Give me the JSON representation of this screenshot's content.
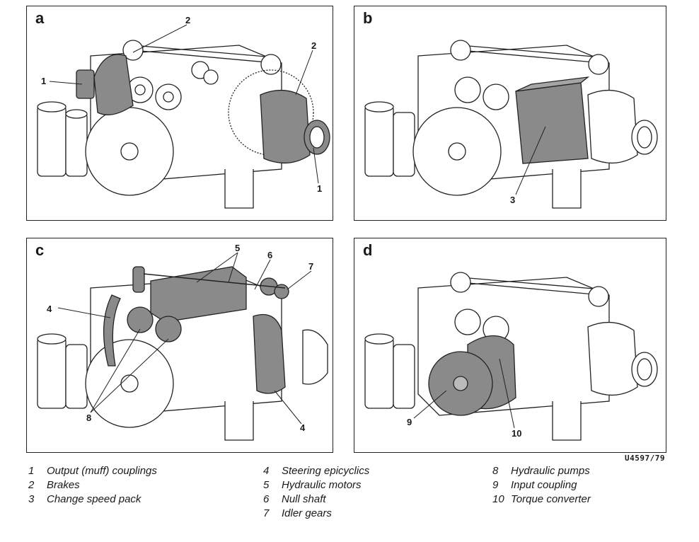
{
  "panels": [
    {
      "label": "a",
      "callouts": [
        "1",
        "2",
        "2",
        "1"
      ]
    },
    {
      "label": "b",
      "callouts": [
        "3"
      ]
    },
    {
      "label": "c",
      "callouts": [
        "5",
        "6",
        "7",
        "4",
        "8",
        "4"
      ]
    },
    {
      "label": "d",
      "callouts": [
        "9",
        "10"
      ]
    }
  ],
  "figure_ref": "U4597/79",
  "legend": [
    {
      "num": "1",
      "text": "Output (muff) couplings"
    },
    {
      "num": "2",
      "text": "Brakes"
    },
    {
      "num": "3",
      "text": "Change speed pack"
    },
    {
      "num": "4",
      "text": "Steering epicyclics"
    },
    {
      "num": "5",
      "text": "Hydraulic motors"
    },
    {
      "num": "6",
      "text": "Null shaft"
    },
    {
      "num": "7",
      "text": "Idler gears"
    },
    {
      "num": "8",
      "text": "Hydraulic pumps"
    },
    {
      "num": "9",
      "text": "Input coupling"
    },
    {
      "num": "10",
      "text": "Torque converter"
    }
  ],
  "colors": {
    "line": "#222222",
    "highlight": "#8a8a8a",
    "background": "#ffffff"
  }
}
